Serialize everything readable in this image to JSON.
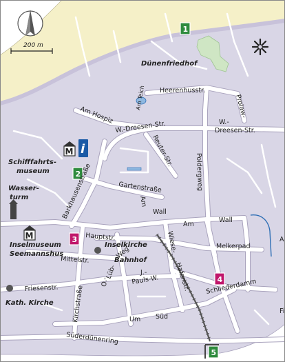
{
  "scale": {
    "label": "200 m"
  },
  "colors": {
    "land": "#d9d6e6",
    "beach": "#f5f0c8",
    "sea": "#ffffff",
    "road": "#ffffff",
    "road_edge": "#a9a3bd",
    "water": "#2f6fb5",
    "park": "#cfe6c4",
    "marker_green": "#2e8b3d",
    "marker_magenta": "#c0176b",
    "info_blue": "#1b5aa6"
  },
  "markers": [
    {
      "id": "1",
      "color": "green"
    },
    {
      "id": "2",
      "color": "green"
    },
    {
      "id": "3",
      "color": "magenta"
    },
    {
      "id": "4",
      "color": "magenta"
    },
    {
      "id": "5",
      "color": "green"
    }
  ],
  "pois": {
    "duenenfriedhof": "Dünenfriedhof",
    "schifffahrt_1": "Schifffahrts-",
    "schifffahrt_2": "museum",
    "wasser_1": "Wasser-",
    "wasser_2": "turm",
    "inselmuseum_1": "Inselmuseum",
    "inselmuseum_2": "Seemannshus",
    "inselkirche": "Inselkirche",
    "bahnhof": "Bahnhof",
    "kath_kirche": "Kath. Kirche",
    "museum_symbol": "M",
    "info_symbol": "i"
  },
  "streets": {
    "heerenhuss": "Heerenhusstr.",
    "prolaw": "Prolaw-",
    "am_hospiz": "Am Hospiz",
    "am_teich": "Am Teich",
    "w_dreesen": "W.-Dreesen-Str.",
    "w_dreesen_2": "W.-",
    "w_dreesen_3": "Dreesen-Str.",
    "reuter": "Reuter-Str.",
    "poldergweg": "Poldergweg",
    "barkhausen": "Barkhausenstraße",
    "garten": "Gartenstraße",
    "am_wall": "Am",
    "wall": "Wall",
    "am_wall_2": "Am",
    "wall_2": "Wall",
    "haupt": "Hauptstr.",
    "melkerpad": "Melkerpad",
    "mittel": "Mittelstr.",
    "weg": "Weg",
    "lueb": "Lüb-",
    "o": "O.-",
    "j": "J.-",
    "pauls": "Pauls-W.",
    "wiese": "Wiese-",
    "haten": "Hafenstr.",
    "schliederdamm": "Schliederdamm",
    "friesen": "Friesenstr.",
    "kirch": "Kirchstraße",
    "um": "Um",
    "sud": "Süd",
    "sudeduenenring": "Süderdünenring",
    "am": "Am",
    "fi": "Fi"
  }
}
